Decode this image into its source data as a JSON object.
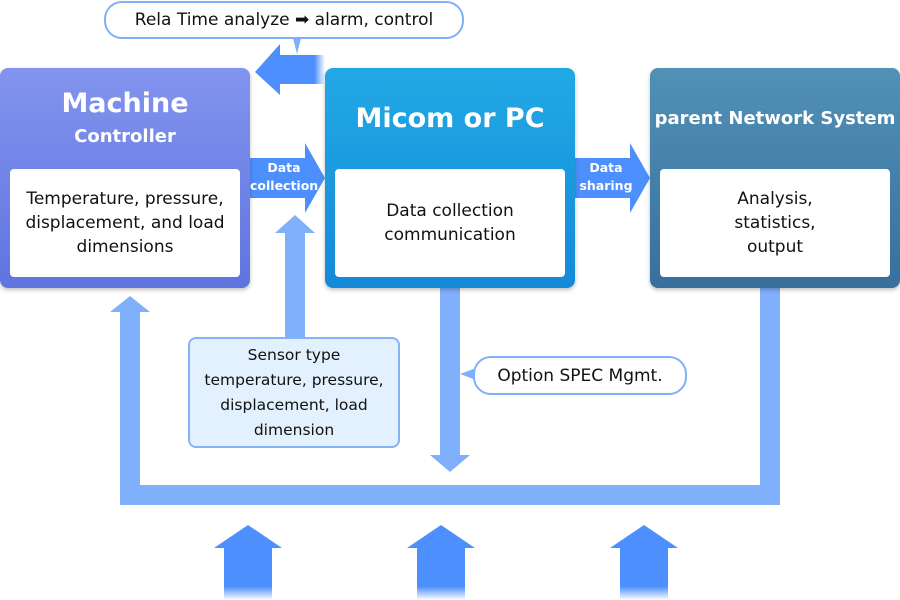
{
  "diagram": {
    "realtime_bubble": "Rela Time analyze ➡ alarm, control",
    "blocks": [
      {
        "id": "machine",
        "title": "Machine",
        "subtitle": "Controller",
        "content": "Temperature, pressure,\ndisplacement, and load\ndimensions",
        "color": "#7a8ce9"
      },
      {
        "id": "micom",
        "title": "Micom or PC",
        "content": "Data collection\ncommunication",
        "color": "#1d9ee0"
      },
      {
        "id": "parent",
        "title": "parent Network System",
        "content": "Analysis,\nstatistics,\noutput",
        "color": "#4682ab"
      }
    ],
    "arrows": {
      "data_collection": "Data\ncollection",
      "data_sharing": "Data\nsharing"
    },
    "sensor_box": "Sensor type\ntemperature, pressure,\ndisplacement, load\ndimension",
    "option_bubble": "Option SPEC Mgmt.",
    "colors": {
      "arrow_primary": "#4d8ffc",
      "arrow_light": "#80b0fc",
      "bubble_border": "#7fb0fb",
      "sensor_fill": "#e3f0fd"
    }
  }
}
